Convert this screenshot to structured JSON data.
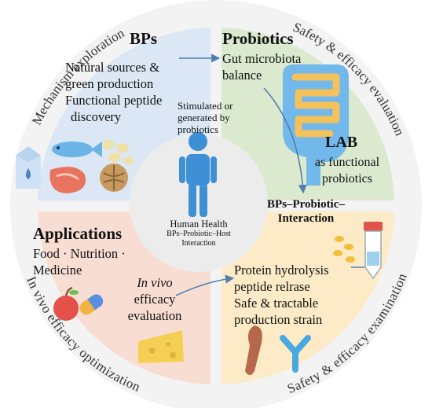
{
  "ring": {
    "top_left": "Mechanism exploration",
    "top_right": "Safety & efficacy evaluation",
    "bottom_left": "In vivo efficacy optimization",
    "bottom_right": "Safety & efficacy examination"
  },
  "bps": {
    "title": "BPs",
    "line1": "Natural sources &",
    "line2": "green production",
    "line3": "Functional peptide",
    "line4": "discovery"
  },
  "probiotics": {
    "title": "Probiotics",
    "line1": "Gut microbiota",
    "line2": "balance"
  },
  "lab": {
    "title": "LAB",
    "line1": "as functional",
    "line2": "probiotics"
  },
  "stimulated": {
    "line1": "Stimulated or",
    "line2": "generated by",
    "line3": "probiotics"
  },
  "center": {
    "title": "Human Health",
    "line1": "BPs–Probiotic–Host",
    "line2": "Interaction"
  },
  "interaction": {
    "line1": "BPs–Probiotic–",
    "line2": "Interaction"
  },
  "applications": {
    "title": "Applications",
    "line1": "Food · Nutrition ·",
    "line2": "Medicine"
  },
  "invivo": {
    "line1": "In vivo",
    "line2": "efficacy",
    "line3": "evaluation"
  },
  "hydrolysis": {
    "line1": "Protein hydrolysis",
    "line2": "peptide relrase",
    "line3": "Safe & tractable",
    "line4": "production strain"
  },
  "colors": {
    "top_left": "#dbe7f4",
    "top_right": "#dbe9cf",
    "bottom_left": "#f8ded2",
    "bottom_right": "#fcebc6",
    "ring": "#f2f2f2",
    "arrow": "#4f7fb0",
    "person": "#3d8fd6"
  }
}
